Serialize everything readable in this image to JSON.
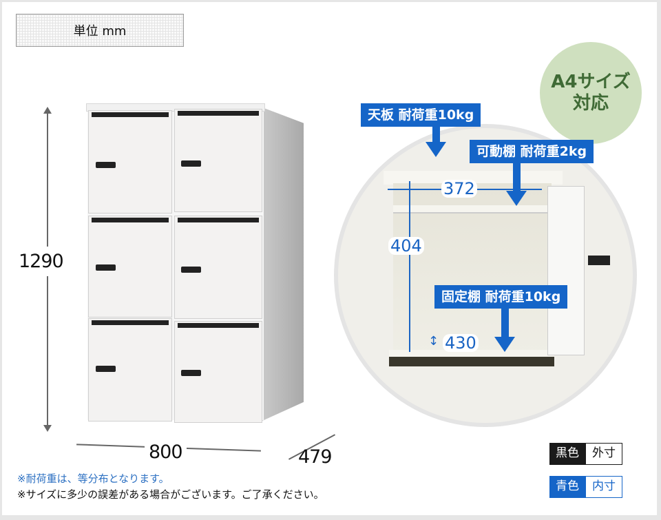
{
  "unit_label": "単位 mm",
  "badge": {
    "line1": "A4サイズ",
    "line2": "対応",
    "bg_color": "#cfe0bf",
    "text_color": "#3f6a35"
  },
  "cabinet": {
    "doors": 6,
    "dimensions": {
      "height": "1290",
      "width": "800",
      "depth": "479"
    }
  },
  "detail": {
    "labels": {
      "top_board": "天板 耐荷重10kg",
      "movable_shelf": "可動棚 耐荷重2kg",
      "fixed_shelf": "固定棚 耐荷重10kg"
    },
    "inner_dimensions": {
      "width": "372",
      "height": "404",
      "depth": "430"
    },
    "accent_color": "#1565c8"
  },
  "notes": [
    "※耐荷重は、等分布となります。",
    "※サイズに多少の誤差がある場合がございます。ご了承ください。"
  ],
  "legend": [
    {
      "key": "黒色",
      "value": "外寸",
      "color": "#1a1a1a"
    },
    {
      "key": "青色",
      "value": "内寸",
      "color": "#1565c8"
    }
  ]
}
